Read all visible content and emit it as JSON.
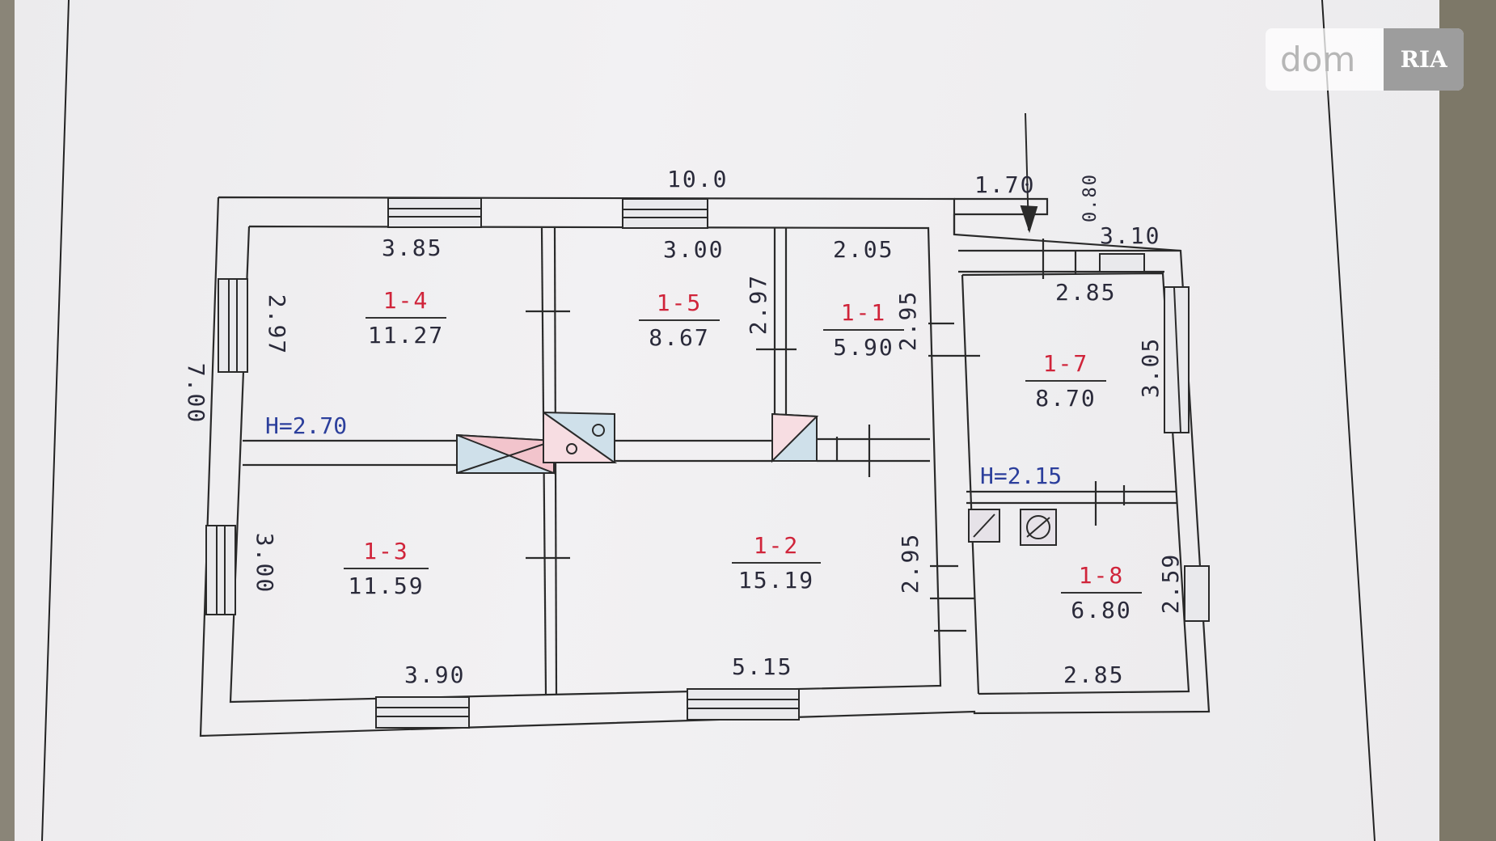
{
  "logo": {
    "text": "dom",
    "badge": "RIA"
  },
  "dimensions": {
    "overall_width": "10.0",
    "overall_height": "7.00",
    "room_1_4_top": "3.85",
    "room_1_4_side": "2.97",
    "room_1_5_top": "3.00",
    "room_1_5_side": "2.97",
    "room_1_1_top": "2.05",
    "room_1_1_side": "2.95",
    "room_1_3_side": "3.00",
    "room_1_3_bottom": "3.90",
    "room_1_2_bottom": "5.15",
    "room_1_2_side": "2.95",
    "porch_top": "1.70",
    "porch_side": "0.80",
    "annex_top": "3.10",
    "room_1_7_top": "2.85",
    "room_1_7_side": "3.05",
    "room_1_8_side": "2.59",
    "room_1_8_bottom": "2.85"
  },
  "heights": {
    "main": "H=2.70",
    "annex": "H=2.15"
  },
  "rooms": [
    {
      "code": "1-4",
      "area": "11.27"
    },
    {
      "code": "1-5",
      "area": "8.67"
    },
    {
      "code": "1-1",
      "area": "5.90"
    },
    {
      "code": "1-3",
      "area": "11.59"
    },
    {
      "code": "1-2",
      "area": "15.19"
    },
    {
      "code": "1-7",
      "area": "8.70"
    },
    {
      "code": "1-8",
      "area": "6.80"
    }
  ]
}
